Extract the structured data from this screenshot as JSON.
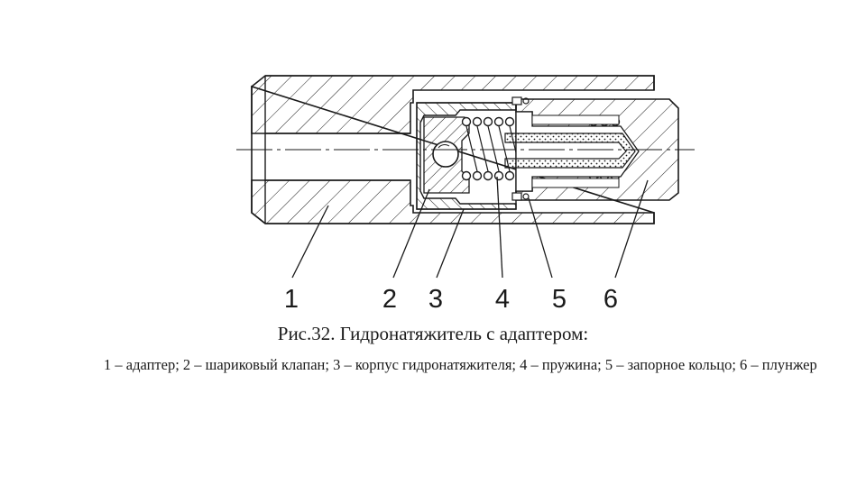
{
  "figure": {
    "part_numbers": [
      {
        "number": "1",
        "part": "адаптер"
      },
      {
        "number": "2",
        "part": "шариковый клапан"
      },
      {
        "number": "3",
        "part": "корпус гидронатяжителя"
      },
      {
        "number": "4",
        "part": "пружина"
      },
      {
        "number": "5",
        "part": "запорное кольцо"
      },
      {
        "number": "6",
        "part": "плунжер"
      }
    ],
    "caption": "Рис.32. Гидронатяжитель с адаптером:",
    "legend": "1 – адаптер; 2 – шариковый клапан; 3 – корпус гидронатяжителя; 4 – пружина; 5 – запорное кольцо; 6 – плунжер"
  },
  "colors": {
    "ink": "#1a1a1a",
    "background": "#ffffff",
    "plunger_fill_dots": "#1a1a1a"
  }
}
